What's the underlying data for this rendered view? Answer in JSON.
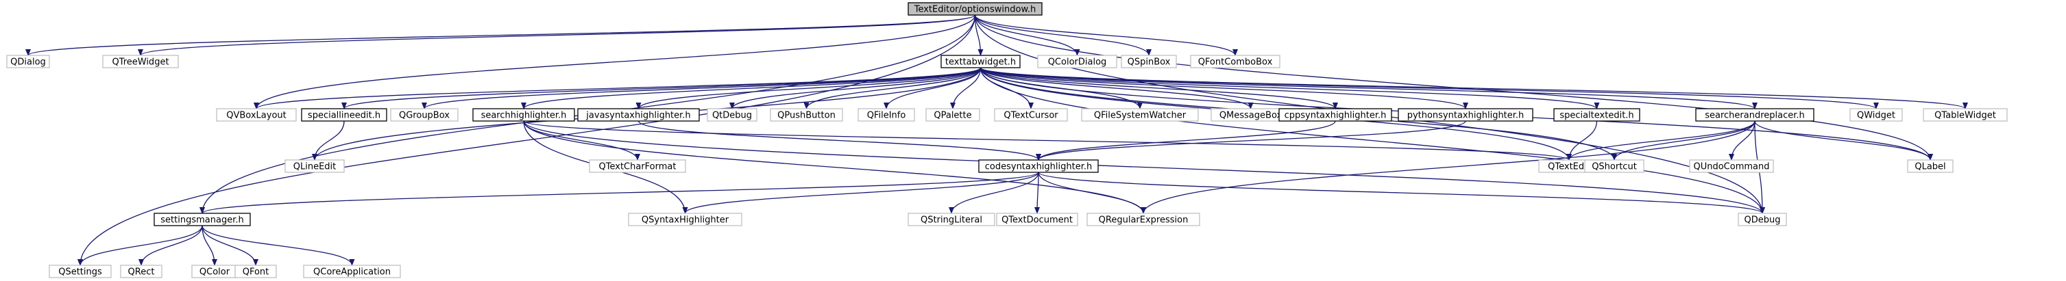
{
  "graph": {
    "nodes": [
      {
        "id": "optionswindow",
        "label": "TextEditor/optionswindow.h",
        "kind": "root"
      },
      {
        "id": "QDialog",
        "label": "QDialog",
        "kind": "external"
      },
      {
        "id": "QTreeWidget",
        "label": "QTreeWidget",
        "kind": "external"
      },
      {
        "id": "QColorDialog",
        "label": "QColorDialog",
        "kind": "external"
      },
      {
        "id": "QSpinBox",
        "label": "QSpinBox",
        "kind": "external"
      },
      {
        "id": "QFontComboBox",
        "label": "QFontComboBox",
        "kind": "external"
      },
      {
        "id": "texttabwidget",
        "label": "texttabwidget.h",
        "kind": "header"
      },
      {
        "id": "QVBoxLayout",
        "label": "QVBoxLayout",
        "kind": "external"
      },
      {
        "id": "speciallineedit",
        "label": "speciallineedit.h",
        "kind": "header"
      },
      {
        "id": "QGroupBox",
        "label": "QGroupBox",
        "kind": "external"
      },
      {
        "id": "searchhighlighter",
        "label": "searchhighlighter.h",
        "kind": "header"
      },
      {
        "id": "javasyntaxhighlighter",
        "label": "javasyntaxhighlighter.h",
        "kind": "header"
      },
      {
        "id": "QtDebug",
        "label": "QtDebug",
        "kind": "external"
      },
      {
        "id": "QPushButton",
        "label": "QPushButton",
        "kind": "external"
      },
      {
        "id": "QFileInfo",
        "label": "QFileInfo",
        "kind": "external"
      },
      {
        "id": "QPalette",
        "label": "QPalette",
        "kind": "external"
      },
      {
        "id": "QTextCursor",
        "label": "QTextCursor",
        "kind": "external"
      },
      {
        "id": "QFileSystemWatcher",
        "label": "QFileSystemWatcher",
        "kind": "external"
      },
      {
        "id": "QMessageBox",
        "label": "QMessageBox",
        "kind": "external"
      },
      {
        "id": "cppsyntaxhighlighter",
        "label": "cppsyntaxhighlighter.h",
        "kind": "header"
      },
      {
        "id": "pythonsyntaxhighlighter",
        "label": "pythonsyntaxhighlighter.h",
        "kind": "header"
      },
      {
        "id": "specialtextedit",
        "label": "specialtextedit.h",
        "kind": "header"
      },
      {
        "id": "searcherandreplacer",
        "label": "searcherandreplacer.h",
        "kind": "header"
      },
      {
        "id": "QWidget",
        "label": "QWidget",
        "kind": "external"
      },
      {
        "id": "QTableWidget",
        "label": "QTableWidget",
        "kind": "external"
      },
      {
        "id": "QLineEdit",
        "label": "QLineEdit",
        "kind": "external"
      },
      {
        "id": "QTextCharFormat",
        "label": "QTextCharFormat",
        "kind": "external"
      },
      {
        "id": "codesyntaxhighlighter",
        "label": "codesyntaxhighlighter.h",
        "kind": "header"
      },
      {
        "id": "QTextEdit",
        "label": "QTextEdit",
        "kind": "external"
      },
      {
        "id": "QShortcut",
        "label": "QShortcut",
        "kind": "external"
      },
      {
        "id": "QUndoCommand",
        "label": "QUndoCommand",
        "kind": "external"
      },
      {
        "id": "QLabel",
        "label": "QLabel",
        "kind": "external"
      },
      {
        "id": "settingsmanager",
        "label": "settingsmanager.h",
        "kind": "header"
      },
      {
        "id": "QSyntaxHighlighter",
        "label": "QSyntaxHighlighter",
        "kind": "external"
      },
      {
        "id": "QStringLiteral",
        "label": "QStringLiteral",
        "kind": "external"
      },
      {
        "id": "QTextDocument",
        "label": "QTextDocument",
        "kind": "external"
      },
      {
        "id": "QRegularExpression",
        "label": "QRegularExpression",
        "kind": "external"
      },
      {
        "id": "QDebug",
        "label": "QDebug",
        "kind": "external"
      },
      {
        "id": "QSettings",
        "label": "QSettings",
        "kind": "external"
      },
      {
        "id": "QRect",
        "label": "QRect",
        "kind": "external"
      },
      {
        "id": "QColor",
        "label": "QColor",
        "kind": "external"
      },
      {
        "id": "QFont",
        "label": "QFont",
        "kind": "external"
      },
      {
        "id": "QCoreApplication",
        "label": "QCoreApplication",
        "kind": "external"
      }
    ],
    "edges": [
      [
        "optionswindow",
        "QDialog"
      ],
      [
        "optionswindow",
        "QTreeWidget"
      ],
      [
        "optionswindow",
        "texttabwidget"
      ],
      [
        "optionswindow",
        "QColorDialog"
      ],
      [
        "optionswindow",
        "QSpinBox"
      ],
      [
        "optionswindow",
        "QFontComboBox"
      ],
      [
        "optionswindow",
        "QVBoxLayout"
      ],
      [
        "optionswindow",
        "settingsmanager"
      ],
      [
        "optionswindow",
        "QSettings"
      ],
      [
        "optionswindow",
        "QLabel"
      ],
      [
        "optionswindow",
        "QDebug"
      ],
      [
        "texttabwidget",
        "QVBoxLayout"
      ],
      [
        "texttabwidget",
        "speciallineedit"
      ],
      [
        "texttabwidget",
        "QGroupBox"
      ],
      [
        "texttabwidget",
        "searchhighlighter"
      ],
      [
        "texttabwidget",
        "javasyntaxhighlighter"
      ],
      [
        "texttabwidget",
        "QtDebug"
      ],
      [
        "texttabwidget",
        "QPushButton"
      ],
      [
        "texttabwidget",
        "QFileInfo"
      ],
      [
        "texttabwidget",
        "QPalette"
      ],
      [
        "texttabwidget",
        "QTextCursor"
      ],
      [
        "texttabwidget",
        "QFileSystemWatcher"
      ],
      [
        "texttabwidget",
        "QMessageBox"
      ],
      [
        "texttabwidget",
        "cppsyntaxhighlighter"
      ],
      [
        "texttabwidget",
        "pythonsyntaxhighlighter"
      ],
      [
        "texttabwidget",
        "specialtextedit"
      ],
      [
        "texttabwidget",
        "searcherandreplacer"
      ],
      [
        "texttabwidget",
        "QWidget"
      ],
      [
        "texttabwidget",
        "QTableWidget"
      ],
      [
        "texttabwidget",
        "QLineEdit"
      ],
      [
        "texttabwidget",
        "QTextEdit"
      ],
      [
        "texttabwidget",
        "QShortcut"
      ],
      [
        "texttabwidget",
        "QLabel"
      ],
      [
        "texttabwidget",
        "QDebug"
      ],
      [
        "speciallineedit",
        "QLineEdit"
      ],
      [
        "searchhighlighter",
        "QTextCharFormat"
      ],
      [
        "searchhighlighter",
        "QSyntaxHighlighter"
      ],
      [
        "searchhighlighter",
        "QRegularExpression"
      ],
      [
        "searchhighlighter",
        "QTextEdit"
      ],
      [
        "searchhighlighter",
        "QDebug"
      ],
      [
        "javasyntaxhighlighter",
        "codesyntaxhighlighter"
      ],
      [
        "cppsyntaxhighlighter",
        "codesyntaxhighlighter"
      ],
      [
        "pythonsyntaxhighlighter",
        "codesyntaxhighlighter"
      ],
      [
        "specialtextedit",
        "QTextEdit"
      ],
      [
        "searcherandreplacer",
        "QTextEdit"
      ],
      [
        "searcherandreplacer",
        "QShortcut"
      ],
      [
        "searcherandreplacer",
        "QUndoCommand"
      ],
      [
        "searcherandreplacer",
        "QLabel"
      ],
      [
        "searcherandreplacer",
        "QRegularExpression"
      ],
      [
        "searcherandreplacer",
        "QDebug"
      ],
      [
        "codesyntaxhighlighter",
        "settingsmanager"
      ],
      [
        "codesyntaxhighlighter",
        "QSyntaxHighlighter"
      ],
      [
        "codesyntaxhighlighter",
        "QStringLiteral"
      ],
      [
        "codesyntaxhighlighter",
        "QTextDocument"
      ],
      [
        "codesyntaxhighlighter",
        "QRegularExpression"
      ],
      [
        "codesyntaxhighlighter",
        "QDebug"
      ],
      [
        "settingsmanager",
        "QSettings"
      ],
      [
        "settingsmanager",
        "QRect"
      ],
      [
        "settingsmanager",
        "QColor"
      ],
      [
        "settingsmanager",
        "QFont"
      ],
      [
        "settingsmanager",
        "QCoreApplication"
      ]
    ]
  },
  "colors": {
    "edge": "#191970",
    "root_fill": "#bfbfbf",
    "root_border": "#000000",
    "header_fill": "#ffffff",
    "header_border": "#000000",
    "external_fill": "#ffffff",
    "external_border": "#bfbfbf",
    "external_text": "#000000"
  }
}
